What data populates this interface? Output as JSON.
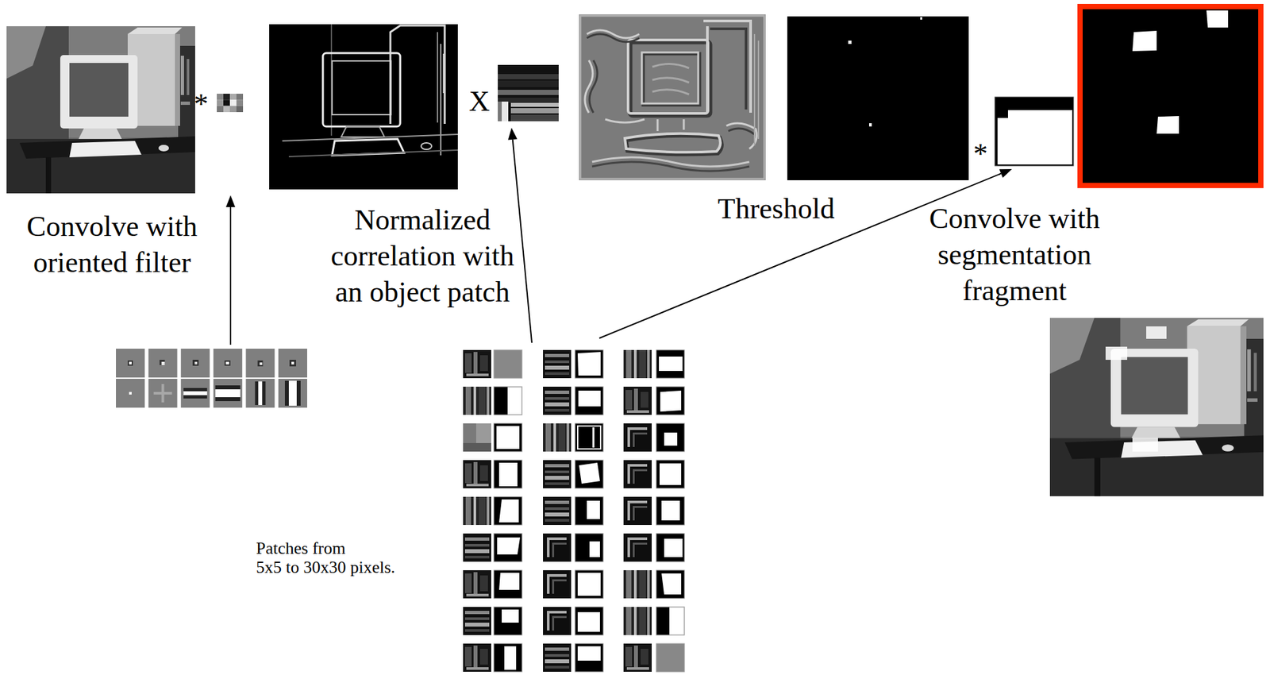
{
  "diagram": {
    "labels": [
      "*",
      "X",
      "*",
      "Convolve with oriented filter",
      "Normalized correlation with an object patch",
      "Threshold",
      "Convolve with segmentation fragment",
      "Patches from 5x5 to 30x30 pixels."
    ]
  }
}
